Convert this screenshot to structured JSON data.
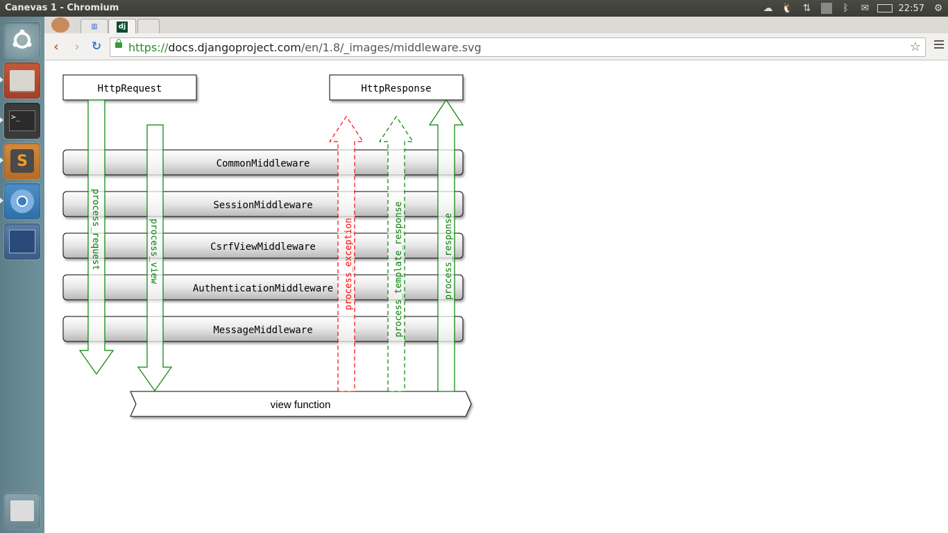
{
  "window": {
    "title": "Canevas 1 - Chromium"
  },
  "tray": {
    "clock": "22:57",
    "icons": [
      "dropbox-icon",
      "tux-icon",
      "network-icon",
      "keyboard-icon",
      "bluetooth-icon",
      "mail-icon",
      "battery-icon",
      "settings-icon"
    ]
  },
  "launcher": {
    "items": [
      "ubuntu-dash-icon",
      "files-icon",
      "terminal-icon",
      "sublime-text-icon",
      "chromium-icon",
      "draw-app-icon",
      "trash-icon"
    ]
  },
  "tabs": [
    {
      "icon": "generic-page-icon"
    },
    {
      "icon": "django-icon",
      "label": "dj"
    },
    {
      "icon": "new-tab-icon"
    }
  ],
  "address": {
    "scheme": "https://",
    "host": "docs.djangoproject.com",
    "path": "/en/1.8/_images/middleware.svg"
  },
  "diagram": {
    "request_box": "HttpRequest",
    "response_box": "HttpResponse",
    "middlewares": [
      "CommonMiddleware",
      "SessionMiddleware",
      "CsrfViewMiddleware",
      "AuthenticationMiddleware",
      "MessageMiddleware"
    ],
    "view_box": "view function",
    "arrows": [
      {
        "label": "process_request",
        "color": "#008000",
        "style": "solid"
      },
      {
        "label": "process_view",
        "color": "#008000",
        "style": "solid"
      },
      {
        "label": "process_exception",
        "color": "#ff0000",
        "style": "dashed"
      },
      {
        "label": "process_template_response",
        "color": "#008000",
        "style": "dashed"
      },
      {
        "label": "process_response",
        "color": "#008000",
        "style": "solid"
      }
    ]
  }
}
